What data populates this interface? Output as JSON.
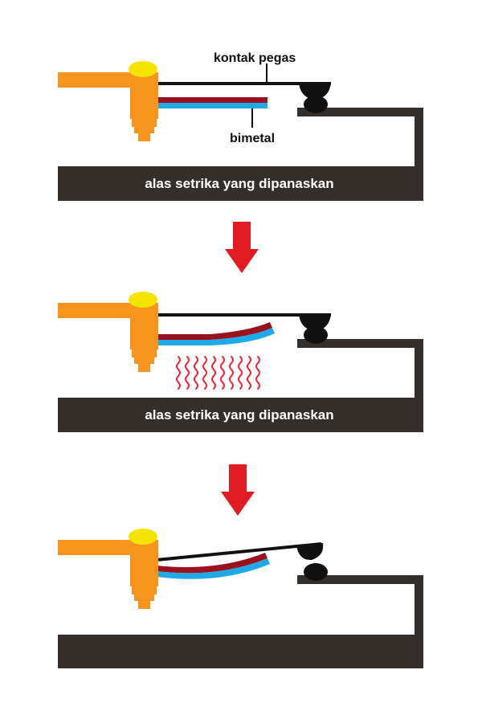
{
  "labels": {
    "spring_contact": "kontak pegas",
    "bimetal": "bimetal",
    "heated_plate": "alas setrika yang dipanaskan"
  },
  "colors": {
    "base_plate": "#352f2c",
    "terminal": "#f7941d",
    "screw_head": "#f5e400",
    "bimetal_top": "#9b111e",
    "bimetal_bottom": "#1eaae7",
    "contact": "#111111",
    "arrow": "#e11b22",
    "heat_waves": "#ee2a3a"
  },
  "stages": [
    {
      "plate_label": "alas setrika yang dipanaskan"
    },
    {
      "plate_label": "alas setrika yang dipanaskan"
    },
    {
      "plate_label": ""
    }
  ]
}
